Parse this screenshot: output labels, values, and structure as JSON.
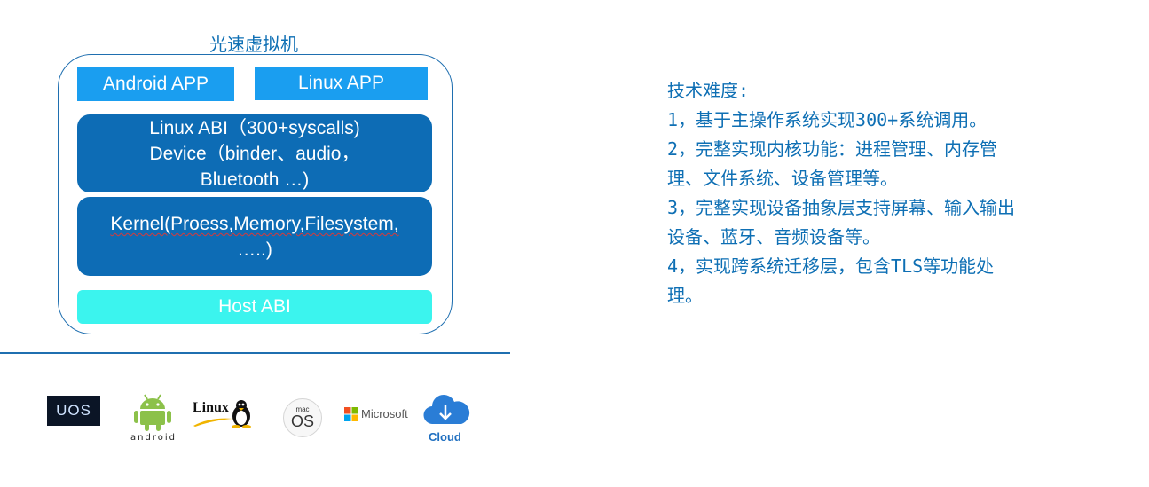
{
  "diagram": {
    "vm_title": "光速虚拟机",
    "layers": {
      "android_app": "Android APP",
      "linux_app": "Linux APP",
      "linux_abi": {
        "line1": "Linux ABI（300+syscalls)",
        "line2": "Device（binder、audio，",
        "line3": "Bluetooth …)"
      },
      "kernel": {
        "line1": "Kernel(Proess,Memory,Filesystem,",
        "line2": "…..)"
      },
      "host_abi": "Host ABI"
    }
  },
  "difficulty": {
    "title": "技术难度:",
    "lines": [
      "1，基于主操作系统实现300+系统调用。",
      "2，完整实现内核功能：进程管理、内存管",
      "理、文件系统、设备管理等。",
      "3，完整实现设备抽象层支持屏幕、输入输出",
      "设备、蓝牙、音频设备等。",
      "4，实现跨系统迁移层，包含TLS等功能处",
      "理。"
    ]
  },
  "platforms": {
    "uos": "UOS",
    "android": "android",
    "linux": "Linux",
    "macos_small": "mac",
    "macos_big": "OS",
    "microsoft": "Microsoft",
    "cloud": "Cloud"
  },
  "colors": {
    "frame": "#1f6fb0",
    "app_box": "#1a9ef0",
    "layer_box": "#0d6cb5",
    "host_box": "#3bf4ee",
    "text_blue": "#0e6fb4"
  }
}
